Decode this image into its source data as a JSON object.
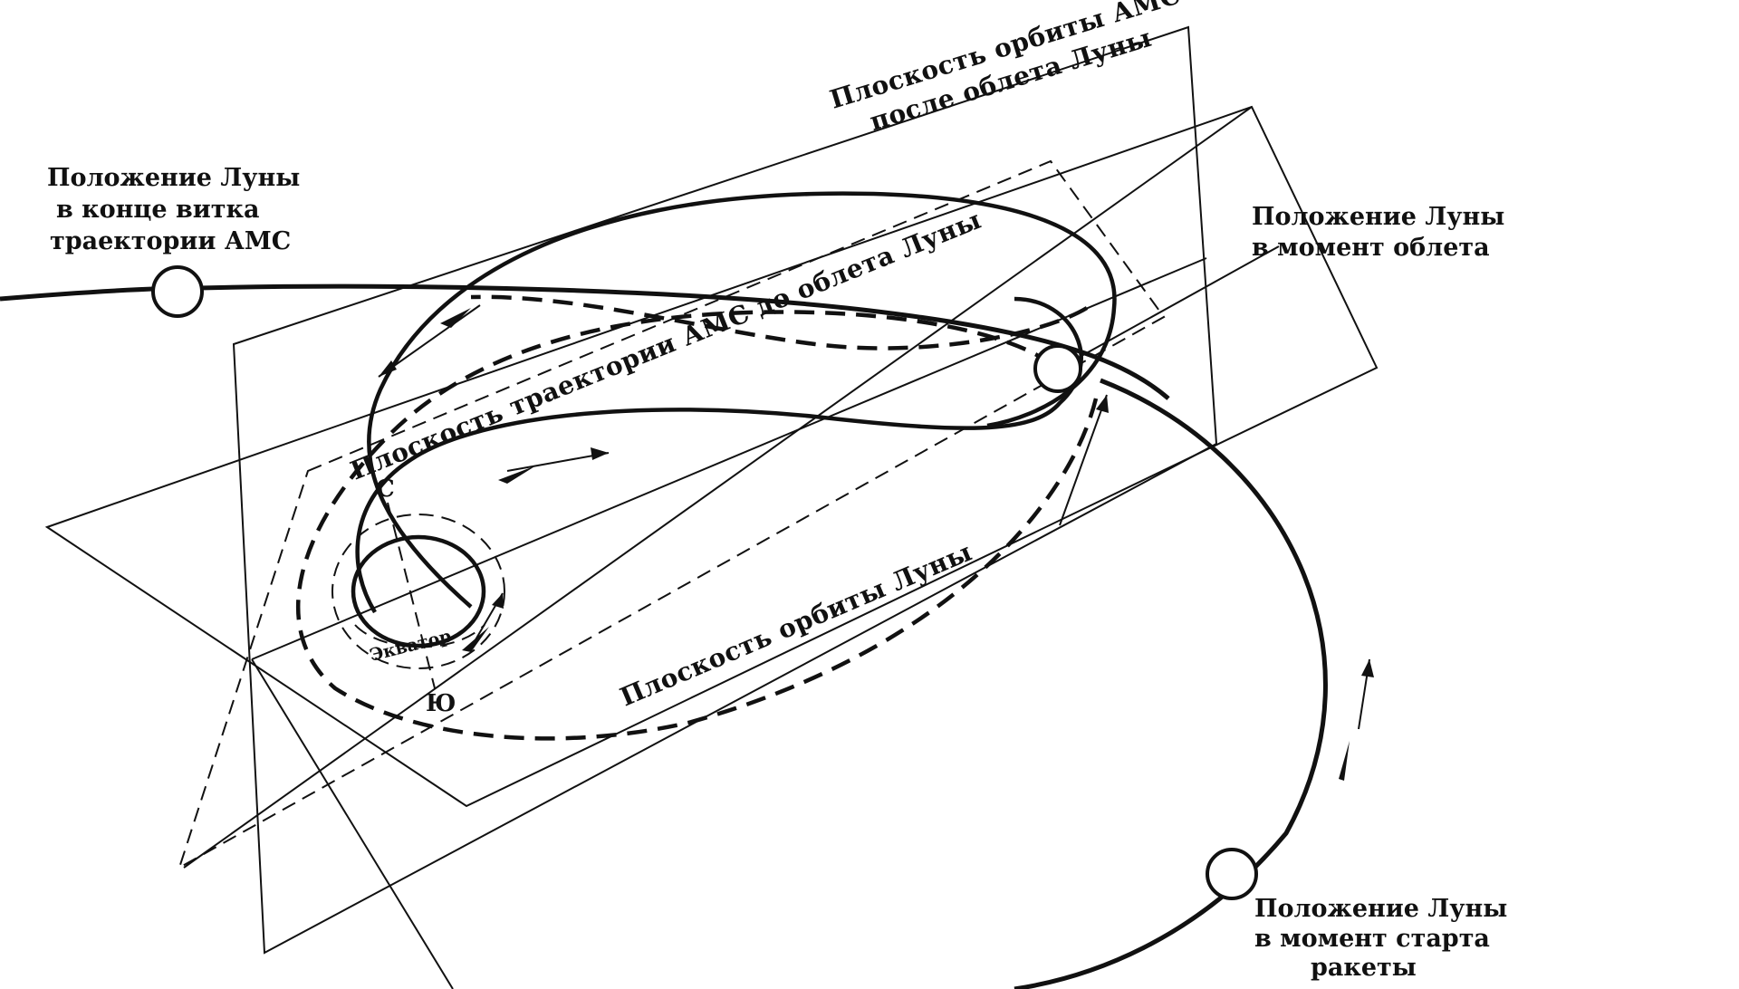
{
  "labels": {
    "moon_end_of_loop": [
      "Положение Луны",
      "в конце витка",
      "траектории АМС"
    ],
    "moon_at_flyby": [
      "Положение Луны",
      "в момент облета"
    ],
    "moon_at_launch": [
      "Положение Луны",
      "в момент старта",
      "ракеты"
    ],
    "plane_after_flyby": [
      "Плоскость орбиты АМС",
      "после облета Луны"
    ],
    "plane_before_flyby": "Плоскость траектории АМС до облета Луны",
    "plane_moon_orbit": "Плоскость орбиты Луны",
    "pole_north": "С",
    "pole_south": "Ю",
    "equator": "Экватор"
  },
  "colors": {
    "ink": "#111111",
    "paper": "#ffffff"
  }
}
